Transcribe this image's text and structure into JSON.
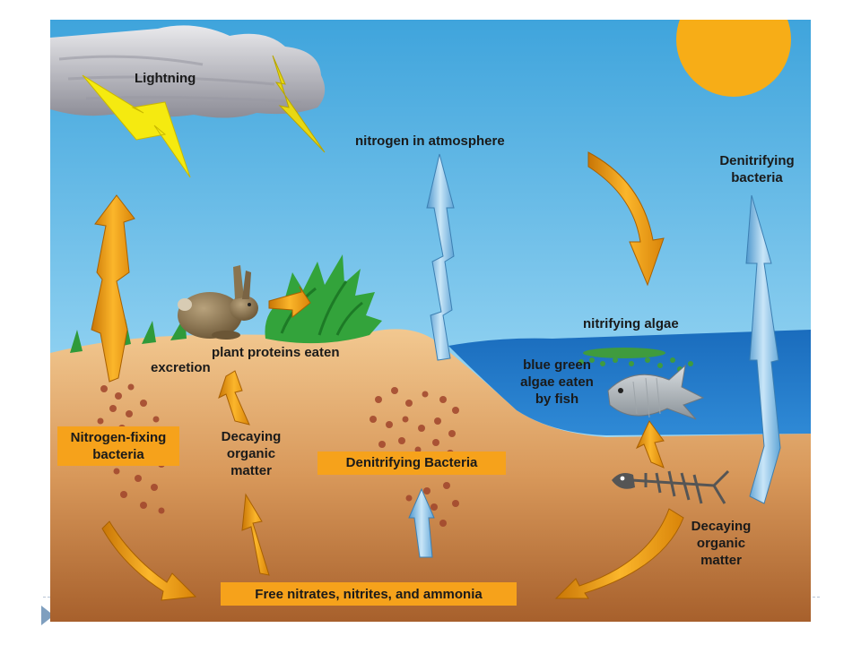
{
  "labels": {
    "lightning": "Lightning",
    "atmosphere": "nitrogen in atmosphere",
    "denitrifying_bacteria_sky": [
      "Denitrifying",
      "bacteria"
    ],
    "plant_proteins": "plant proteins eaten",
    "excretion": "excretion",
    "nitrifying_algae": "nitrifying algae",
    "blue_green_algae": [
      "blue green",
      "algae eaten",
      "by fish"
    ],
    "nitrogen_fixing": [
      "Nitrogen-fixing",
      "bacteria"
    ],
    "decaying_land": [
      "Decaying",
      "organic",
      "matter"
    ],
    "denitrifying_soil": "Denitrifying Bacteria",
    "decaying_water": [
      "Decaying",
      "organic",
      "matter"
    ],
    "free_nitrates": "Free nitrates, nitrites, and ammonia"
  },
  "colors": {
    "sky_top": "#3fa4dc",
    "sky_bottom": "#bfe6f8",
    "soil_top": "#f0c48a",
    "soil_bottom": "#b06a32",
    "water": "#1f73c2",
    "sun": "#f7ad17",
    "orange_arrow": "#f6a21b",
    "blue_arrow": "#8ec5ea",
    "label_box": "#f6a21b"
  }
}
